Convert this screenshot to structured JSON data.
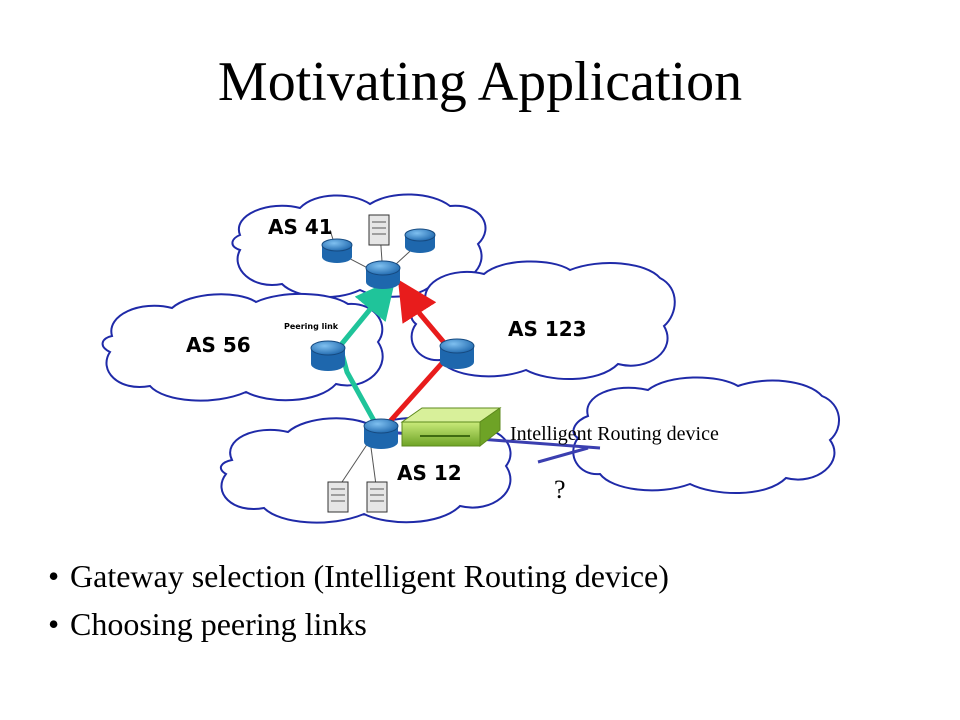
{
  "title": "Motivating Application",
  "diagram": {
    "as41": "AS 41",
    "as56": "AS 56",
    "as123": "AS 123",
    "as12": "AS 12",
    "peering_label": "Peering link",
    "device_label": "Intelligent Routing device",
    "question": "?"
  },
  "bullets": [
    "Gateway selection (Intelligent Routing device)",
    "Choosing peering links"
  ],
  "colors": {
    "cloud_stroke": "#1f2aa8",
    "green_path": "#1fc49a",
    "red_path": "#e81c1c",
    "blue_link": "#3b3fb0",
    "router": "#2a7fc4",
    "device": "#9dcf3a"
  }
}
